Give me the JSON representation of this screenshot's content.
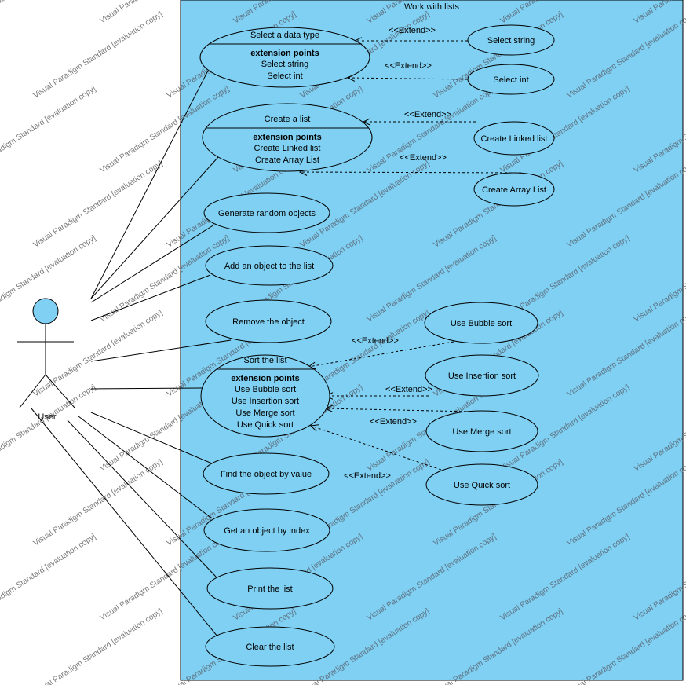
{
  "diagram": {
    "system_title": "Work with lists",
    "actor": {
      "name": "User"
    },
    "extend_label": "<<Extend>>",
    "extension_points_label": "extension points",
    "watermark": "Visual Paradigm Standard [evaluation copy]",
    "colors": {
      "boundary_fill": "#7fd0f2",
      "usecase_fill": "#7fd0f2",
      "actor_head": "#7fd0f2",
      "stroke": "#000000"
    },
    "use_cases": [
      {
        "id": "select_type",
        "name": "Select a data type",
        "extension_points": [
          "Select string",
          "Select int"
        ]
      },
      {
        "id": "create_list",
        "name": "Create a list",
        "extension_points": [
          "Create Linked list",
          "Create Array List"
        ]
      },
      {
        "id": "generate",
        "name": "Generate random objects"
      },
      {
        "id": "add",
        "name": "Add an object  to the list"
      },
      {
        "id": "remove",
        "name": "Remove the object"
      },
      {
        "id": "sort",
        "name": "Sort the list",
        "extension_points": [
          "Use Bubble sort",
          "Use  Insertion sort",
          "Use Merge sort",
          "Use Quick sort"
        ]
      },
      {
        "id": "find",
        "name": "Find the object by value"
      },
      {
        "id": "get",
        "name": "Get an object by index"
      },
      {
        "id": "print",
        "name": "Print the list"
      },
      {
        "id": "clear",
        "name": "Clear the list"
      },
      {
        "id": "select_string",
        "name": "Select string"
      },
      {
        "id": "select_int",
        "name": "Select int"
      },
      {
        "id": "create_linked",
        "name": "Create Linked list"
      },
      {
        "id": "create_array",
        "name": "Create Array List"
      },
      {
        "id": "bubble",
        "name": "Use Bubble sort"
      },
      {
        "id": "insertion",
        "name": "Use  Insertion sort"
      },
      {
        "id": "merge",
        "name": "Use Merge sort"
      },
      {
        "id": "quick",
        "name": "Use Quick sort"
      }
    ],
    "associations": [
      "select_type",
      "create_list",
      "generate",
      "add",
      "remove",
      "sort",
      "find",
      "get",
      "print",
      "clear"
    ],
    "extends": [
      {
        "from": "select_string",
        "to": "select_type"
      },
      {
        "from": "select_int",
        "to": "select_type"
      },
      {
        "from": "create_linked",
        "to": "create_list"
      },
      {
        "from": "create_array",
        "to": "create_list"
      },
      {
        "from": "bubble",
        "to": "sort"
      },
      {
        "from": "insertion",
        "to": "sort"
      },
      {
        "from": "merge",
        "to": "sort"
      },
      {
        "from": "quick",
        "to": "sort"
      }
    ]
  }
}
